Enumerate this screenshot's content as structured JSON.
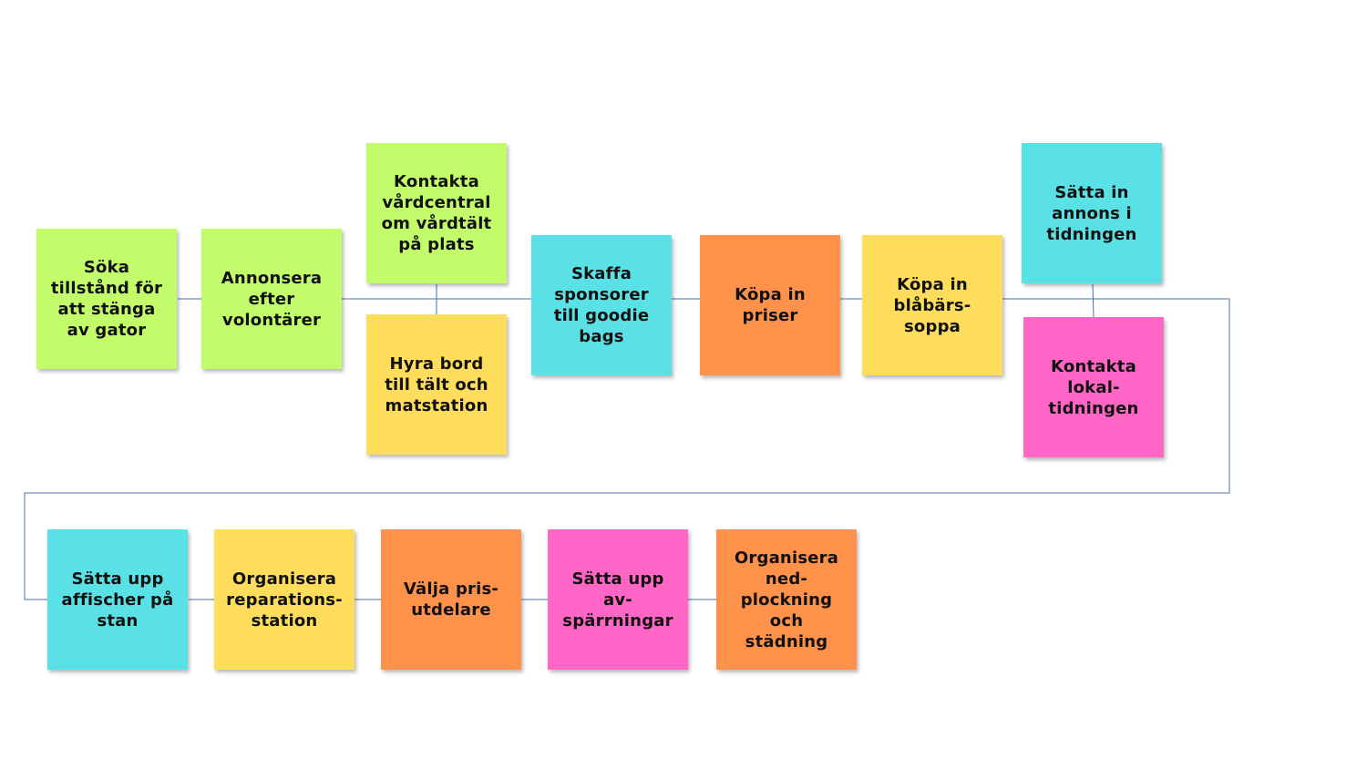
{
  "colors": {
    "green": "#c2fc6b",
    "yellow": "#fedc5c",
    "cyan": "#5ae1e6",
    "orange": "#ff924b",
    "pink": "#ff66c6",
    "connector": "#4a6fa8"
  },
  "notes": [
    {
      "id": "soka-tillstand",
      "text": "Söka\ntillstånd för\natt stänga\nav gator",
      "color": "green"
    },
    {
      "id": "annonsera-volontarer",
      "text": "Annonsera\nefter\nvolontärer",
      "color": "green"
    },
    {
      "id": "kontakta-vardcentral",
      "text": "Kontakta\nvårdcentral\nom vårdtält\npå plats",
      "color": "green"
    },
    {
      "id": "hyra-bord",
      "text": "Hyra bord\ntill tält och\nmatstation",
      "color": "yellow"
    },
    {
      "id": "skaffa-sponsorer",
      "text": "Skaffa\nsponsorer\ntill goodie\nbags",
      "color": "cyan"
    },
    {
      "id": "kopa-priser",
      "text": "Köpa in\npriser",
      "color": "orange"
    },
    {
      "id": "kopa-blabarssoppa",
      "text": "Köpa in\nblåbärs-\nsoppa",
      "color": "yellow"
    },
    {
      "id": "satta-annons",
      "text": "Sätta in\nannons i\ntidningen",
      "color": "cyan"
    },
    {
      "id": "kontakta-lokaltidningen",
      "text": "Kontakta\nlokal-\ntidningen",
      "color": "pink"
    },
    {
      "id": "satta-affischer",
      "text": "Sätta upp\naffischer på\nstan",
      "color": "cyan"
    },
    {
      "id": "organisera-reparation",
      "text": "Organisera\nreparations-\nstation",
      "color": "yellow"
    },
    {
      "id": "valja-prisutdelare",
      "text": "Välja pris-\nutdelare",
      "color": "orange"
    },
    {
      "id": "satta-avsparrningar",
      "text": "Sätta upp\nav-\nspärrningar",
      "color": "pink"
    },
    {
      "id": "organisera-nedplockning",
      "text": "Organisera\nned-\nplockning\noch\nstädning",
      "color": "orange"
    }
  ]
}
